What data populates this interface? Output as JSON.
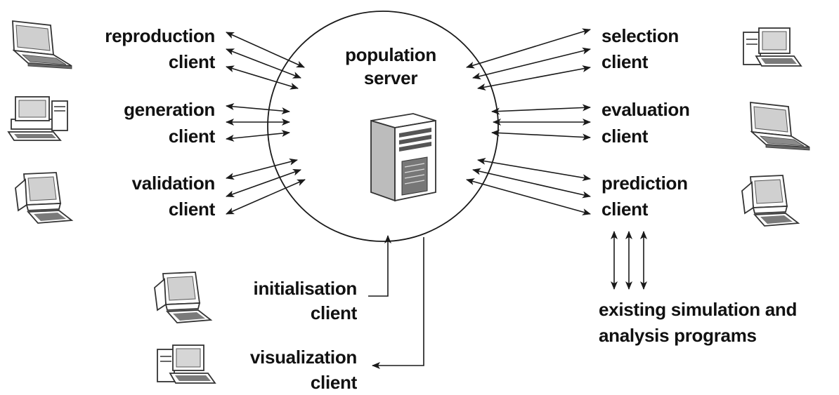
{
  "server": {
    "line1": "population",
    "line2": "server"
  },
  "clients": {
    "reproduction": {
      "line1": "reproduction",
      "line2": "client"
    },
    "generation": {
      "line1": "generation",
      "line2": "client"
    },
    "validation": {
      "line1": "validation",
      "line2": "client"
    },
    "selection": {
      "line1": "selection",
      "line2": "client"
    },
    "evaluation": {
      "line1": "evaluation",
      "line2": "client"
    },
    "prediction": {
      "line1": "prediction",
      "line2": "client"
    },
    "initialisation": {
      "line1": "initialisation",
      "line2": "client"
    },
    "visualization": {
      "line1": "visualization",
      "line2": "client"
    }
  },
  "external": {
    "line1": "existing simulation and",
    "line2": "analysis programs"
  },
  "icons": {
    "laptop": "laptop-icon",
    "desktop": "desktop-computer-icon",
    "server": "server-tower-icon"
  },
  "colors": {
    "ink": "#111111",
    "background": "#ffffff"
  }
}
